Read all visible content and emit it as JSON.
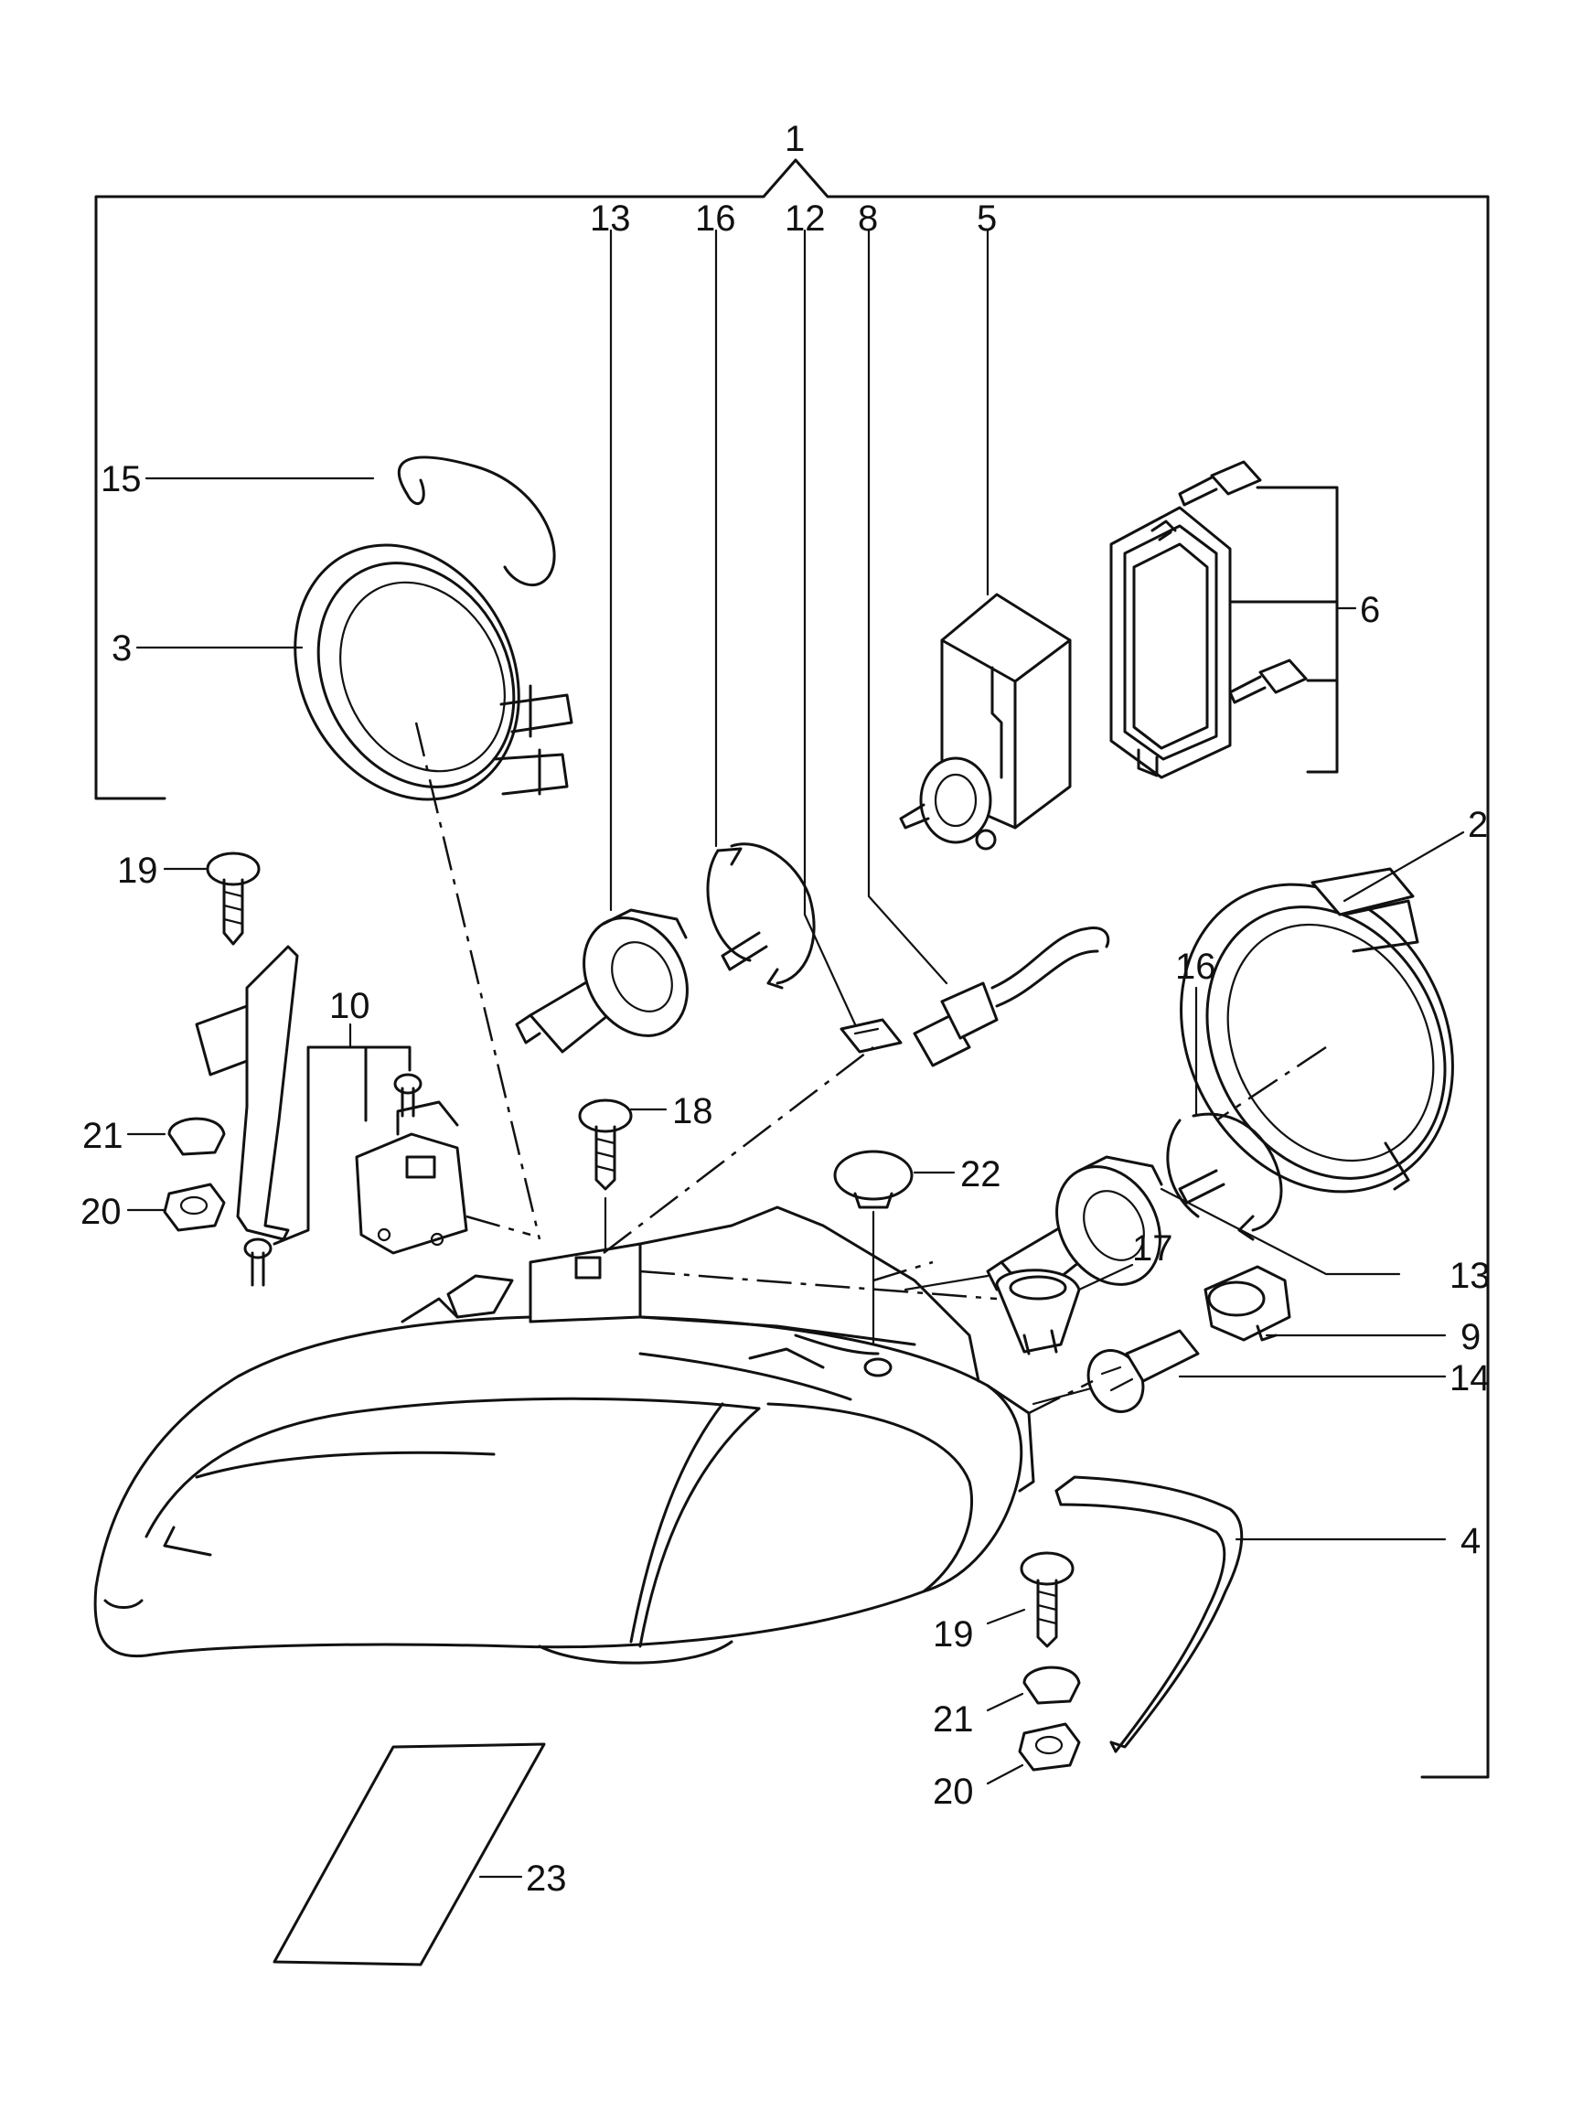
{
  "diagram": {
    "callouts": [
      {
        "id": "1",
        "label": "1"
      },
      {
        "id": "13-top",
        "label": "13"
      },
      {
        "id": "16-top",
        "label": "16"
      },
      {
        "id": "12",
        "label": "12"
      },
      {
        "id": "8",
        "label": "8"
      },
      {
        "id": "5",
        "label": "5"
      },
      {
        "id": "15",
        "label": "15"
      },
      {
        "id": "3",
        "label": "3"
      },
      {
        "id": "6",
        "label": "6"
      },
      {
        "id": "2",
        "label": "2"
      },
      {
        "id": "19-left",
        "label": "19"
      },
      {
        "id": "10",
        "label": "10"
      },
      {
        "id": "16-right",
        "label": "16"
      },
      {
        "id": "18",
        "label": "18"
      },
      {
        "id": "21-left",
        "label": "21"
      },
      {
        "id": "22",
        "label": "22"
      },
      {
        "id": "20-left",
        "label": "20"
      },
      {
        "id": "17",
        "label": "17"
      },
      {
        "id": "13-right",
        "label": "13"
      },
      {
        "id": "9",
        "label": "9"
      },
      {
        "id": "14",
        "label": "14"
      },
      {
        "id": "4",
        "label": "4"
      },
      {
        "id": "19-right",
        "label": "19"
      },
      {
        "id": "21-right",
        "label": "21"
      },
      {
        "id": "20-right",
        "label": "20"
      },
      {
        "id": "23",
        "label": "23"
      }
    ]
  }
}
